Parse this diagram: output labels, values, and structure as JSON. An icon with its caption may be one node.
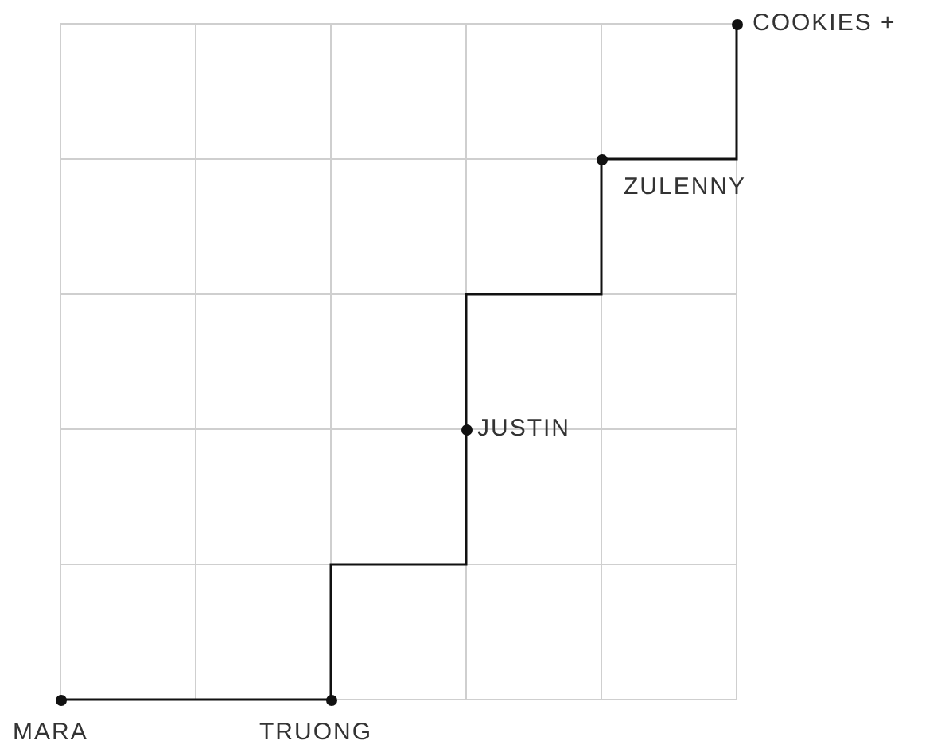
{
  "diagram": {
    "nodes": [
      {
        "text": [
          "MARA"
        ]
      },
      {
        "text": [
          "TRUONG"
        ]
      },
      {
        "text": [
          "JUSTIN"
        ]
      },
      {
        "text": [
          "ZULENNY"
        ]
      },
      {
        "text": [
          "COOKIES +"
        ]
      }
    ],
    "edges": [
      {
        "from": 0,
        "to": 1,
        "arrow": "none"
      },
      {
        "from": 1,
        "to": 2,
        "arrow": "none"
      },
      {
        "from": 2,
        "to": 3,
        "arrow": "none"
      },
      {
        "from": 3,
        "to": 4,
        "arrow": "none"
      }
    ]
  }
}
